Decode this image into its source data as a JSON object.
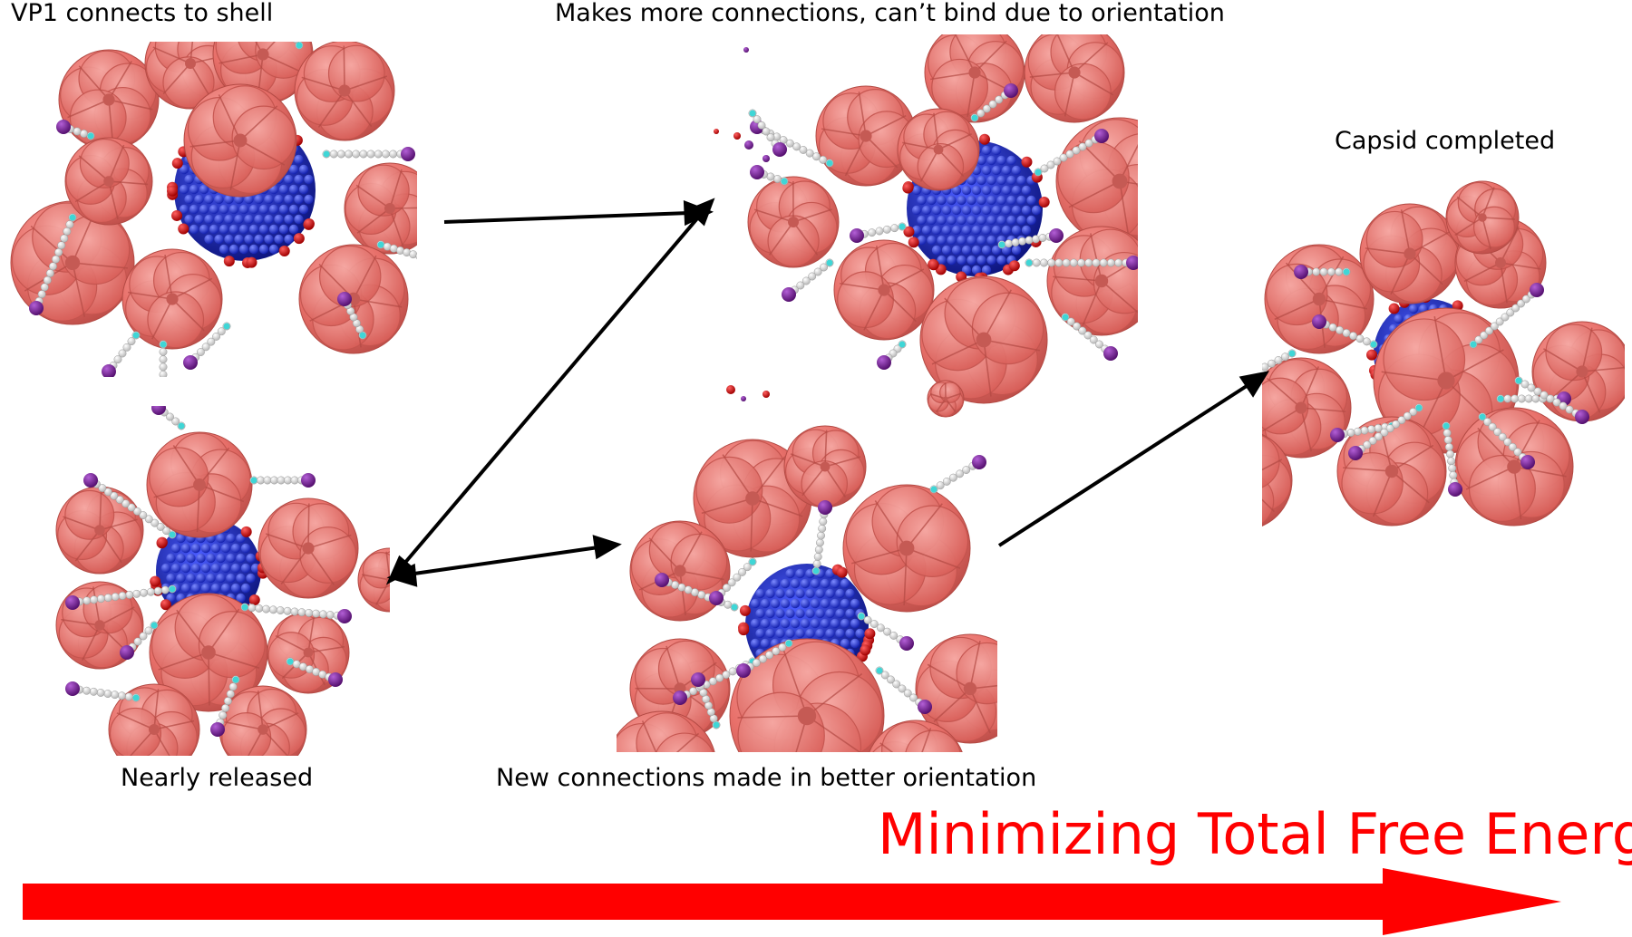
{
  "labels": {
    "step1": "VP1 connects to shell",
    "step2": "Makes more connections, can’t bind due to orientation",
    "step3": "Capsid completed",
    "step4": "Nearly released",
    "step5": "New connections made in better orientation"
  },
  "energy_label": "Minimizing Total Free Energy",
  "colors": {
    "pentamer": "#e8706a",
    "pentamer_dark": "#b94a45",
    "core": "#1d2bd6",
    "core_dark": "#0b127a",
    "contact": "#e00000",
    "linker": "#f4f4f4",
    "terminus": "#7a1f9c",
    "joint": "#3fd6d6",
    "energy_arrow": "#ff0000",
    "arrow": "#000000"
  },
  "panels": [
    {
      "id": "vp1-connects",
      "core": true,
      "core_tint": "#1d2bd6"
    },
    {
      "id": "more-connections",
      "core": true
    },
    {
      "id": "capsid-completed",
      "core": true
    },
    {
      "id": "nearly-released",
      "core": true
    },
    {
      "id": "better-orientation",
      "core": true
    }
  ]
}
